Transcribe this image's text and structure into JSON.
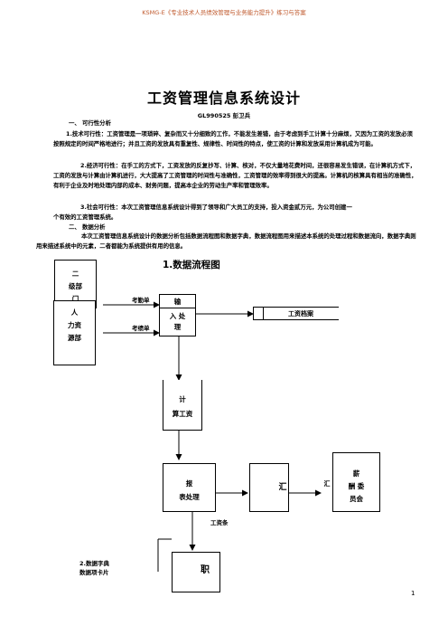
{
  "header": "KSMG-E《专业技术人员绩效管理与业务能力提升》练习与答案",
  "title": "工资管理信息系统设计",
  "author": "GL990525      彭卫兵",
  "section1": {
    "heading": "一、      可行性分析",
    "p1": "1.技术可行性：工资管理是一项琐碎、复杂而又十分细致的工作，不能发生差错，由于考虑到手工计算十分麻烦，又因为工资的发放必须按照规定的时间严格地进行；并且工资的发放具有重复性、规律性、时间性的特点，使工资的计算和发放采用计算机成为可能。",
    "p2": "2.经济可行性：在手工的方式下，工资发放的反复抄写、计算、核对，不仅大量地花费时间，还很容易发生错误，在计算机方式下，工资的发放与计算由计算机进行，大大提高了工资管理的时间性与准确性，工资管理的效率得到很大的提高。计算机的核算具有相当的准确性，有利于企业及时地处理内部的成本、财务问题，提高本企业的劳动生产率和管理效率。",
    "p3": "3.社会可行性：本次工资管理信息系统设计得到了领导和广大员工的支持，投入资金贰万元，为公司创建一个有效的工资管理系统。"
  },
  "section2": {
    "heading": "二、      数据分析",
    "p1": "本次工资管理信息系统设计的数据分析包括数据流程图和数据字典，数据流程图用来描述本系统的处理过程和数据流向，数据字典则用来描述系统中的元素，二者都能为系统提供有用的信息。"
  },
  "diagram": {
    "title": "1.数据流程图",
    "dept": "二\n级部\n门",
    "hr": "人\n力资\n源部",
    "attendance": "考勤单",
    "assessment": "考绩单",
    "input_top": "输",
    "input_bottom": "入  处\n理",
    "archive": "工资档案",
    "calc_top": "计",
    "calc_bottom": "算工资",
    "report_top": "报",
    "report_bottom": "表处理",
    "summary": "汇",
    "summary_label": "汇",
    "committee": "薪\n酬  委\n员会",
    "payslip": "工资条",
    "staff": "职"
  },
  "dictionary": {
    "title": "2.数据字典",
    "subtitle": "数据项卡片"
  },
  "page_number": "1"
}
